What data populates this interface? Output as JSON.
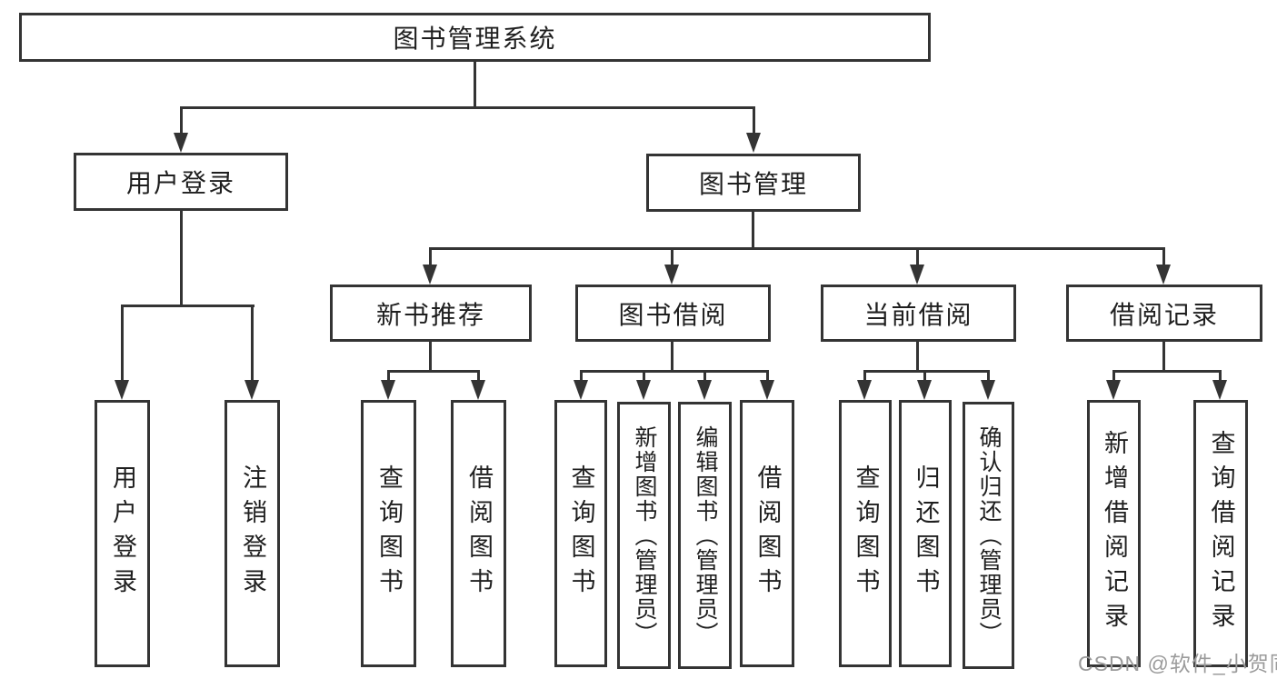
{
  "tree": {
    "root": {
      "label": "图书管理系统",
      "children": [
        {
          "label": "用户登录",
          "children": [
            {
              "label": "用户登录"
            },
            {
              "label": "注销登录"
            }
          ]
        },
        {
          "label": "图书管理",
          "children": [
            {
              "label": "新书推荐",
              "children": [
                {
                  "label": "查询图书"
                },
                {
                  "label": "借阅图书"
                }
              ]
            },
            {
              "label": "图书借阅",
              "children": [
                {
                  "label": "查询图书"
                },
                {
                  "label": "新增图书（管理员）"
                },
                {
                  "label": "编辑图书（管理员）"
                },
                {
                  "label": "借阅图书"
                }
              ]
            },
            {
              "label": "当前借阅",
              "children": [
                {
                  "label": "查询图书"
                },
                {
                  "label": "归还图书"
                },
                {
                  "label": "确认归还（管理员）"
                }
              ]
            },
            {
              "label": "借阅记录",
              "children": [
                {
                  "label": "新增借阅记录"
                },
                {
                  "label": "查询借阅记录"
                }
              ]
            }
          ]
        }
      ]
    }
  },
  "watermark": {
    "text": "CSDN @软件_小贺同学"
  },
  "colors": {
    "line": "#343434",
    "text": "#1f1f1f",
    "background": "#ffffff",
    "watermark": "#9b9b9b"
  }
}
